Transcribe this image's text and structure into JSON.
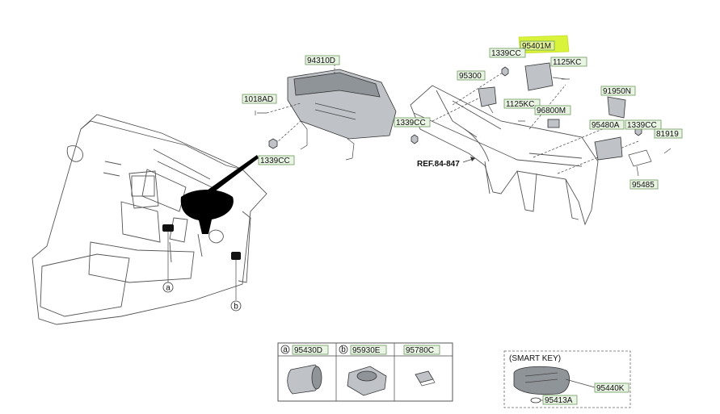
{
  "labels": {
    "p94310D": "94310D",
    "p1018AD": "1018AD",
    "p1339CC_a": "1339CC",
    "p1339CC_b": "1339CC",
    "p1339CC_c": "1339CC",
    "p1339CC_d": "1339CC",
    "p95401M": "95401M",
    "p1125KC_a": "1125KC",
    "p1125KC_b": "1125KC",
    "p95300": "95300",
    "p96800M": "96800M",
    "p91950N": "91950N",
    "p95480A": "95480A",
    "p81919": "81919",
    "p95485": "95485",
    "ref": "REF.84-847",
    "callout_a": "a",
    "callout_b": "b"
  },
  "legend": {
    "items": [
      {
        "marker": "a",
        "part": "95430D"
      },
      {
        "marker": "b",
        "part": "95930E"
      },
      {
        "marker": "",
        "part": "95780C"
      }
    ]
  },
  "smart_key": {
    "title": "(SMART KEY)",
    "key_part": "95440K",
    "battery_part": "95413A"
  },
  "highlight_color": "#d9f23a"
}
